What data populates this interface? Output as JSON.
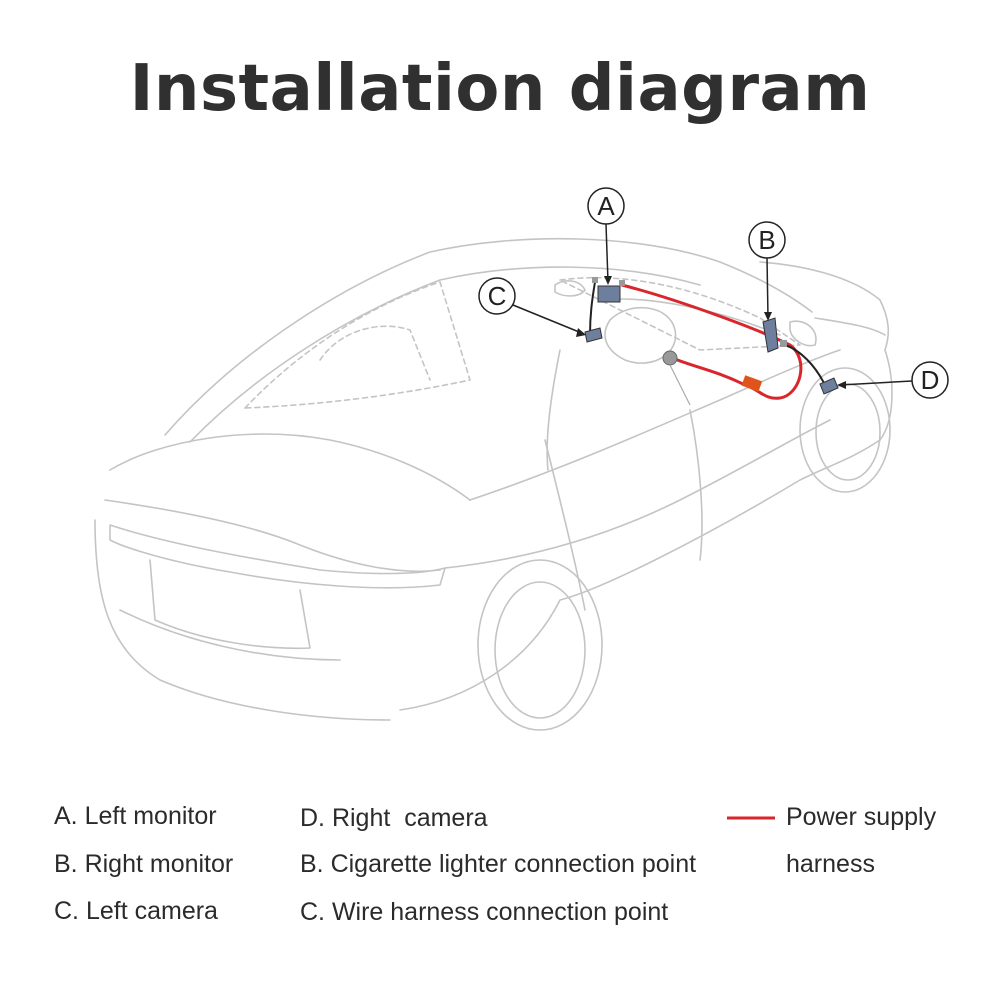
{
  "title": "Installation diagram",
  "callouts": {
    "a": "A",
    "b": "B",
    "c": "C",
    "d": "D"
  },
  "legend": {
    "col1": [
      "A. Left monitor",
      "B. Right monitor",
      "C. Left camera"
    ],
    "col2": [
      "D. Right  camera",
      "B. Cigarette lighter connection point",
      "C. Wire harness connection point"
    ],
    "power": {
      "line1": "Power supply",
      "line2": "harness",
      "color": "#d9262c"
    }
  },
  "colors": {
    "outline": "#bdbdbd",
    "device": "#6e7f9e",
    "harness": "#d9262c",
    "connector": "#e0541c"
  }
}
